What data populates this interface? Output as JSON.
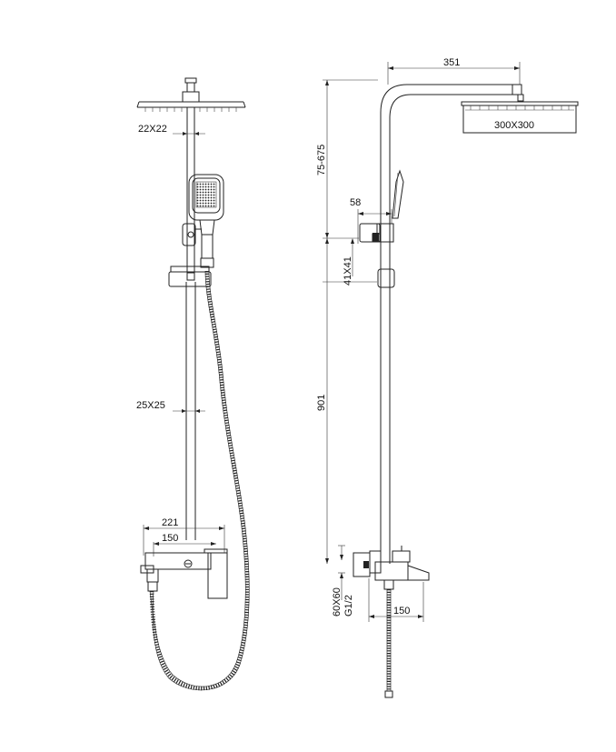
{
  "front_view": {
    "dimensions": {
      "top_pipe": "22X22",
      "riser_pipe": "25X25",
      "total_width": "221",
      "valve_width": "150"
    }
  },
  "side_view": {
    "dimensions": {
      "arm_reach": "351",
      "head_size": "300X300",
      "height_adjust": "75-675",
      "holder_offset": "58",
      "holder_size": "41X41",
      "riser_length": "901",
      "valve_size": "60X60",
      "thread": "G1/2",
      "spout_length": "150"
    }
  }
}
